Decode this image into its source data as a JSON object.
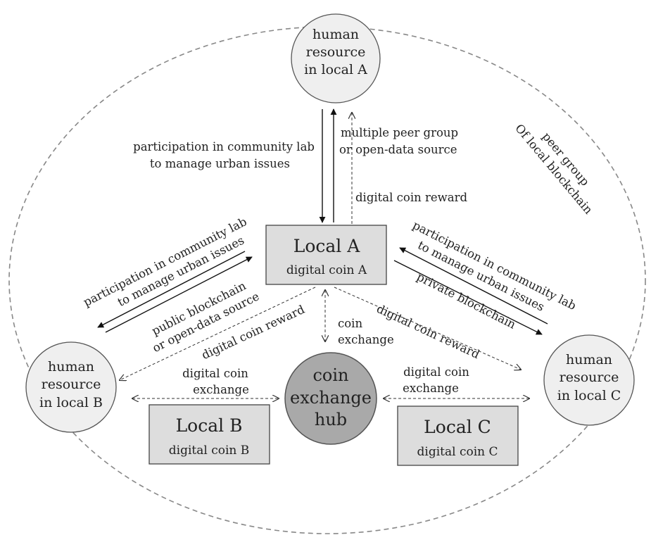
{
  "nodes": {
    "human_a": [
      "human",
      "resource",
      "in local A"
    ],
    "human_b": [
      "human",
      "resource",
      "in local B"
    ],
    "human_c": [
      "human",
      "resource",
      "in local C"
    ],
    "hub": [
      "coin",
      "exchange",
      "hub"
    ],
    "local_a": {
      "title": "Local A",
      "coin": "digital coin A"
    },
    "local_b": {
      "title": "Local B",
      "coin": "digital coin B"
    },
    "local_c": {
      "title": "Local C",
      "coin": "digital coin C"
    }
  },
  "labels": {
    "peer_group": [
      "peer group",
      "Of local blockchain"
    ],
    "top_participation": [
      "participation in community lab",
      "to manage urban issues"
    ],
    "top_source": [
      "multiple peer group",
      "or open-data source"
    ],
    "top_reward": "digital coin reward",
    "left_participation": [
      "participation in community lab",
      "to manage urban issues"
    ],
    "left_source": [
      "public blockchain",
      "or open-data source"
    ],
    "right_participation": [
      "participation in community lab",
      "to manage urban issues"
    ],
    "right_source": "private blockchain",
    "left_reward": "digital coin reward",
    "right_reward": "digital coin reward",
    "center_exchange": [
      "coin",
      "exchange"
    ],
    "left_exchange": [
      "digital coin",
      "exchange"
    ],
    "right_exchange": [
      "digital coin",
      "exchange"
    ]
  },
  "colors": {
    "circle_fill": "#efefef",
    "hub_fill": "#a9a9a9",
    "box_fill": "#dddddd",
    "outer_dash": "#888888"
  }
}
